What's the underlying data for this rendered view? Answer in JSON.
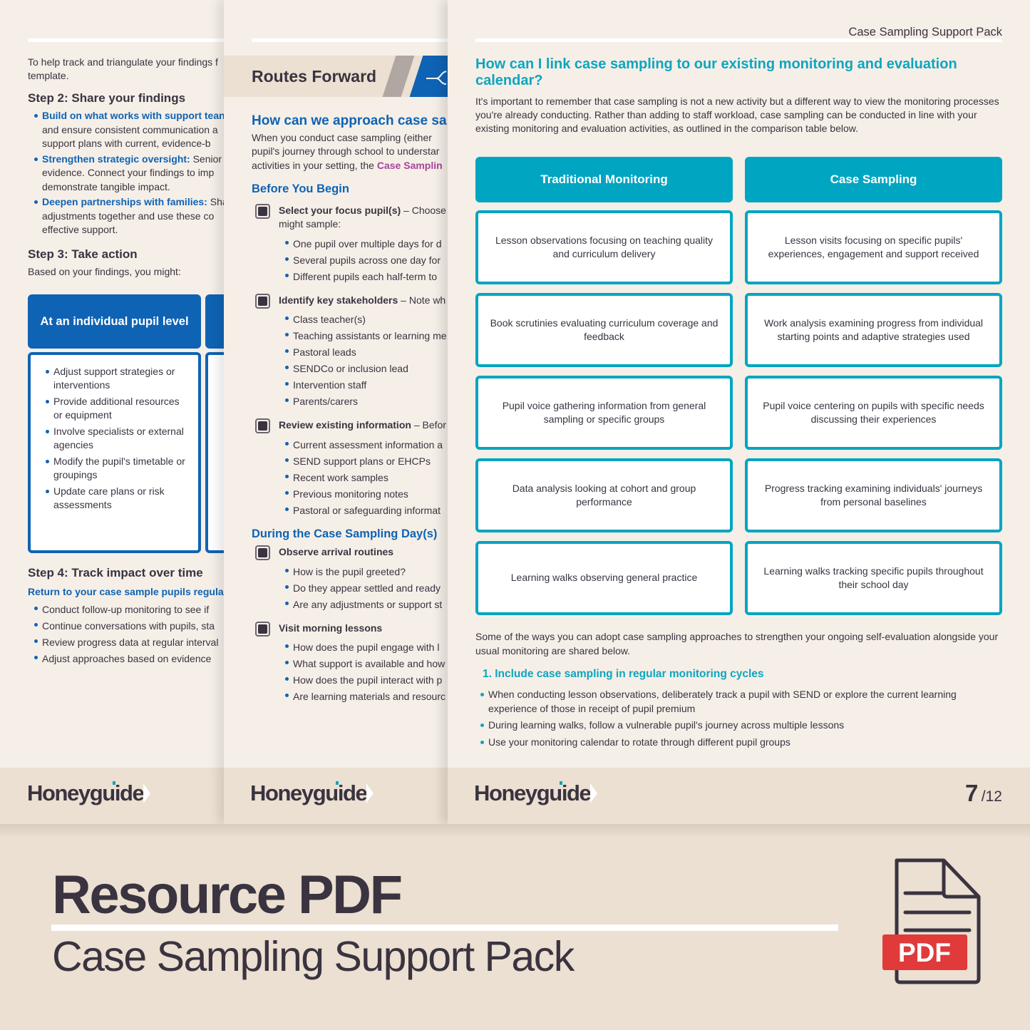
{
  "page1": {
    "intro": "To help track and triangulate your findings f template.",
    "intro_line1": "To help track and triangulate your findings f",
    "intro_line2": "template.",
    "step2_title": "Step 2: Share your findings",
    "step2_items": [
      {
        "bold": "Build on what works with support tean",
        "lines": [
          "and ensure consistent communication a",
          "support plans with current, evidence-b"
        ]
      },
      {
        "bold": "Strengthen strategic oversight:",
        "rest": " Senior",
        "lines": [
          "evidence. Connect your findings to imp",
          "demonstrate tangible impact."
        ]
      },
      {
        "bold": "Deepen partnerships with families:",
        "rest": " Sha",
        "lines": [
          "adjustments together and use these co",
          "effective support."
        ]
      }
    ],
    "step3_title": "Step 3: Take action",
    "step3_intro": "Based on your findings, you might:",
    "individual_level_header": "At an individual pupil level",
    "individual_level_items": [
      "Adjust support strategies or interventions",
      "Provide additional resources or equipment",
      "Involve specialists or external agencies",
      "Modify the pupil's timetable or groupings",
      "Update care plans or risk assessments"
    ],
    "step4_title": "Step 4: Track impact over time",
    "step4_sub": "Return to your case sample pupils regular",
    "step4_items": [
      "Conduct follow-up monitoring to see if",
      "Continue conversations with pupils, sta",
      "Review progress data at regular interval",
      "Adjust approaches based on evidence"
    ]
  },
  "page2": {
    "section_title": "Routes Forward",
    "heading": "How can we approach case sa",
    "intro_lines": [
      "When you conduct case sampling (either",
      "pupil's journey through school to understar"
    ],
    "intro_line3_pre": "activities in your setting, the ",
    "intro_line3_link": "Case Samplin",
    "before_title": "Before You Begin",
    "before_items": [
      {
        "bold": "Select your focus pupil(s)",
        "rest": " – Choose",
        "line2": "might sample:",
        "subs": [
          "One pupil over multiple days for d",
          "Several pupils across one day for",
          "Different pupils each half-term to"
        ]
      },
      {
        "bold": "Identify key stakeholders",
        "rest": " – Note wh",
        "subs": [
          "Class teacher(s)",
          "Teaching assistants or learning me",
          "Pastoral leads",
          "SENDCo or inclusion lead",
          "Intervention staff",
          "Parents/carers"
        ]
      },
      {
        "bold": "Review existing information",
        "rest": " – Befor",
        "subs": [
          "Current assessment information a",
          "SEND support plans or EHCPs",
          "Recent work samples",
          "Previous monitoring notes",
          "Pastoral or safeguarding informat"
        ]
      }
    ],
    "during_title": "During the Case Sampling Day(s)",
    "during_items": [
      {
        "bold": "Observe arrival routines",
        "subs": [
          "How is the pupil greeted?",
          "Do they appear settled and ready",
          "Are any adjustments or support st"
        ]
      },
      {
        "bold": "Visit morning lessons",
        "subs": [
          "How does the pupil engage with l",
          "What support is available and how",
          "How does the pupil interact with p",
          "Are learning materials and resourc"
        ]
      }
    ]
  },
  "page3": {
    "header_label": "Case Sampling Support Pack",
    "title": "How can I link case sampling to our existing monitoring and evaluation calendar?",
    "intro": "It's important to remember that case sampling is not a new activity but a different way to view the monitoring processes you're already conducting. Rather than adding to staff workload, case sampling can be conducted in line with your existing monitoring and evaluation activities, as outlined in the comparison table below.",
    "table": {
      "headers": [
        "Traditional Monitoring",
        "Case Sampling"
      ],
      "rows": [
        [
          "Lesson observations focusing on teaching quality and curriculum delivery",
          "Lesson visits focusing on specific pupils' experiences, engagement and support received"
        ],
        [
          "Book scrutinies evaluating curriculum coverage and feedback",
          "Work analysis examining progress from individual starting points and adaptive strategies used"
        ],
        [
          "Pupil voice gathering information from general sampling or specific groups",
          "Pupil voice centering on pupils with specific needs discussing their experiences"
        ],
        [
          "Data analysis looking at cohort and group performance",
          "Progress tracking examining individuals' journeys from personal baselines"
        ],
        [
          "Learning walks observing general practice",
          "Learning walks tracking specific pupils throughout their school day"
        ]
      ]
    },
    "outro": "Some of the ways you can adopt case sampling approaches to strengthen your ongoing self-evaluation alongside your usual monitoring are shared below.",
    "list_title": "1. Include case sampling in regular monitoring cycles",
    "list_items": [
      "When conducting lesson observations, deliberately track a pupil with SEND or explore the current learning experience of those in receipt of pupil premium",
      "During learning walks, follow a vulnerable pupil's journey across multiple lessons",
      "Use your monitoring calendar to rotate through different pupil groups"
    ],
    "page_current": "7",
    "page_total": "/12"
  },
  "brand": {
    "logo_text": "Honeyguide",
    "colors": {
      "blue": "#0f63b4",
      "teal": "#00a5c1",
      "dark": "#3a3340",
      "pdf_red": "#e03a3a",
      "paper": "#f5efe8",
      "background": "#ebe0d1"
    }
  },
  "banner": {
    "title": "Resource PDF",
    "subtitle": "Case Sampling Support Pack",
    "pdf_badge": "PDF"
  }
}
